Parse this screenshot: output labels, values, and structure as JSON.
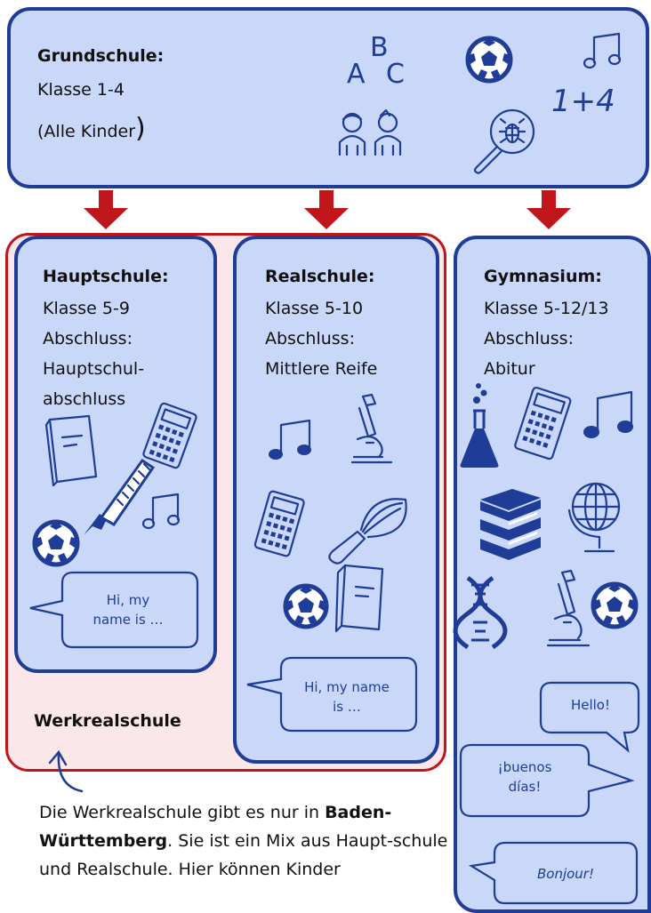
{
  "grundschule": {
    "title": "Grundschule:",
    "line1": "Klasse 1-4",
    "line2_open": "(Alle Kinder",
    "line2_close": ")",
    "letters": {
      "a": "A",
      "b": "B",
      "c": "C"
    },
    "math": "1+4"
  },
  "hauptschule": {
    "title": "Hauptschule:",
    "line1": "Klasse 5-9",
    "line2": "Abschluss:",
    "line3": "Hauptschul-",
    "line4": "abschluss",
    "bubble_line1": "Hi, my",
    "bubble_line2": "name is …"
  },
  "realschule": {
    "title": "Realschule:",
    "line1": "Klasse 5-10",
    "line2": "Abschluss:",
    "line3": "Mittlere Reife",
    "bubble_line1": "Hi, my name",
    "bubble_line2": "is …"
  },
  "gymnasium": {
    "title": "Gymnasium:",
    "line1": "Klasse 5-12/13",
    "line2": "Abschluss:",
    "line3": "Abitur",
    "bubble_hello": "Hello!",
    "bubble_buenos_line1": "¡buenos",
    "bubble_buenos_line2": "días!",
    "bubble_bonjour": "Bonjour!"
  },
  "werkrealschule": {
    "label": "Werkrealschule"
  },
  "footnote": {
    "p1": "Die Werkrealschule gibt es nur in ",
    "p1_bold": "Baden-Württemberg",
    "p2": ". Sie ist ein Mix aus Haupt-schule und Realschule. Hier können Kinder"
  },
  "colors": {
    "fill": "#c9d7f8",
    "border": "#1f3d96",
    "arrow": "#c0151b",
    "werk_fill": "#fbe7ea",
    "werk_border": "#c0151b"
  },
  "icons": [
    "letters-abc-icon",
    "children-icon",
    "soccer-ball-icon",
    "music-note-icon",
    "magnifier-bug-icon",
    "notebook-icon",
    "calculator-icon",
    "saw-icon",
    "microscope-icon",
    "whisk-icon",
    "flask-icon",
    "books-stack-icon",
    "globe-icon",
    "dna-icon",
    "speech-bubble-icon"
  ]
}
